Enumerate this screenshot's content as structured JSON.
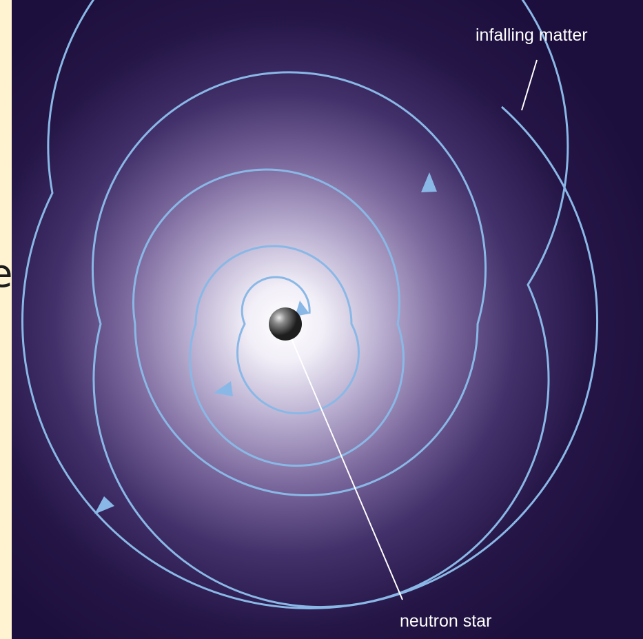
{
  "labels": {
    "infalling_matter": "infalling matter",
    "neutron_star": "neutron star",
    "edge_fragment": "e"
  },
  "colors": {
    "background_outer": "#1d0f3d",
    "background_mid": "#6a5790",
    "background_center": "#ffffff",
    "spiral": "#8ab8e6",
    "star_dark": "#2a2a2a",
    "star_light": "#bfbfbf",
    "pointer_line": "#ffffff",
    "page_strip": "#fff3d2"
  },
  "icons": {
    "arrowheads": "triangle-arrow-icon",
    "star": "sphere-icon"
  }
}
